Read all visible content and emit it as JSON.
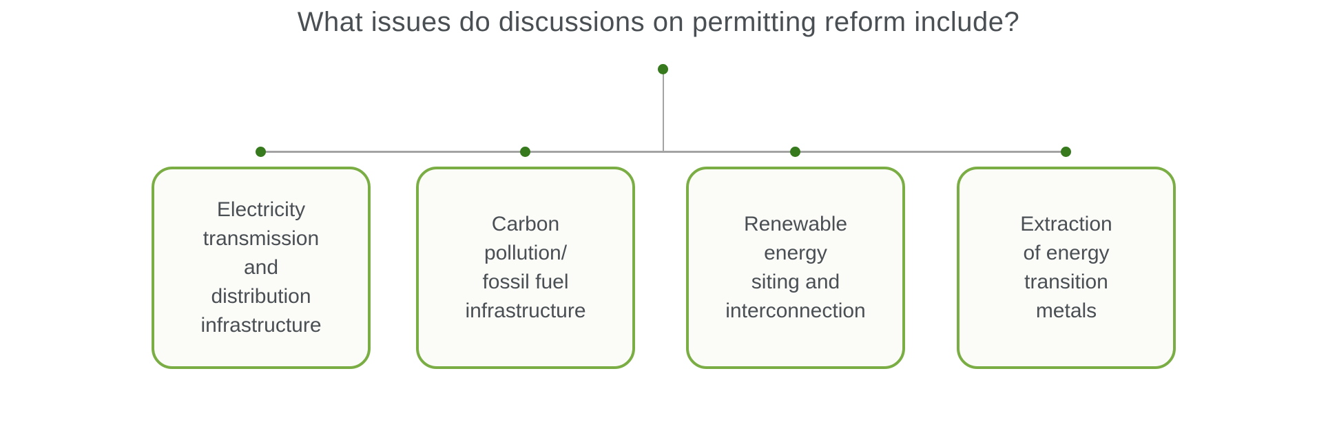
{
  "title": "What issues do discussions on permitting reform include?",
  "diagram": {
    "boxes": [
      {
        "id": "electricity-transmission",
        "label": "Electricity\ntransmission\nand\ndistribution\ninfrastructure"
      },
      {
        "id": "carbon-pollution",
        "label": "Carbon\npollution/\nfossil fuel\ninfrastructure"
      },
      {
        "id": "renewable-siting",
        "label": "Renewable\nenergy\nsiting and\ninterconnection"
      },
      {
        "id": "extraction-metals",
        "label": "Extraction\nof energy\ntransition\nmetals"
      }
    ],
    "icons": {
      "root_node": "circle-dot",
      "branch_node": "circle-dot"
    }
  },
  "colors": {
    "box-border": "#7aad43",
    "dot": "#377a1d",
    "connector": "#a3a3a3",
    "text": "#4a4f54",
    "box-bg": "#fbfbf8",
    "page-bg": "#ffffff"
  }
}
